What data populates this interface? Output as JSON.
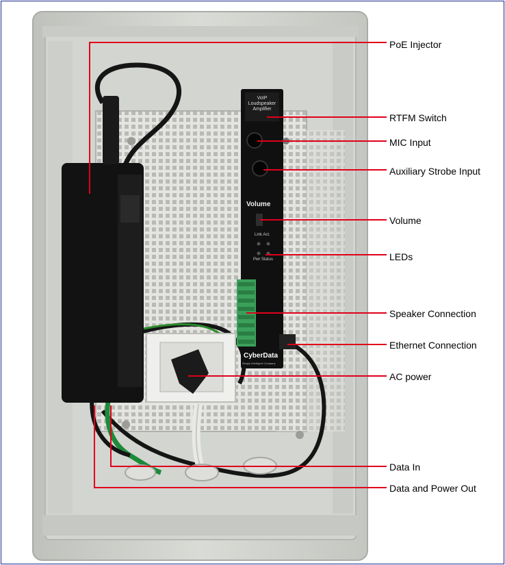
{
  "device": {
    "amplifier_title": "VoIP Loudspeaker Amplifier",
    "volume_label": "Volume",
    "link_act_label": "Link Act.",
    "pwr_status_label": "Pwr Status",
    "brand": "CyberData",
    "brand_tagline": "Simply Intelligent Company"
  },
  "callouts": [
    {
      "id": "poe-injector",
      "label": "PoE Injector"
    },
    {
      "id": "rtfm-switch",
      "label": "RTFM Switch"
    },
    {
      "id": "mic-input",
      "label": "MIC Input"
    },
    {
      "id": "aux-strobe-input",
      "label": "Auxiliary Strobe Input"
    },
    {
      "id": "volume",
      "label": "Volume"
    },
    {
      "id": "leds",
      "label": "LEDs"
    },
    {
      "id": "speaker-connection",
      "label": "Speaker Connection"
    },
    {
      "id": "ethernet-connection",
      "label": "Ethernet Connection"
    },
    {
      "id": "ac-power",
      "label": "AC power"
    },
    {
      "id": "data-in",
      "label": "Data In"
    },
    {
      "id": "data-and-power-out",
      "label": "Data and Power Out"
    }
  ],
  "colors": {
    "callout_line": "#e0001a",
    "frame": "#1a2a8c",
    "enclosure": "#d6d8d2",
    "backplate": "#e6e6e2",
    "device_body": "#111111"
  }
}
